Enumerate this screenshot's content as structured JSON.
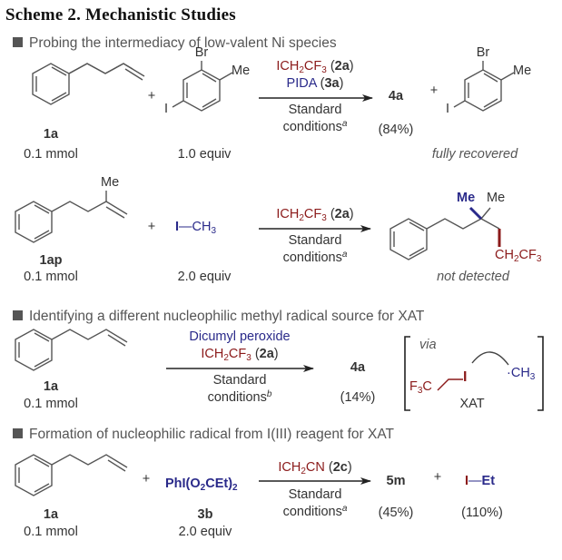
{
  "title": "Scheme 2. Mechanistic Studies",
  "sections": [
    {
      "heading": "Probing the intermediacy of low-valent Ni species"
    },
    {
      "heading": "Identifying a different nucleophilic methyl radical source for XAT"
    },
    {
      "heading": "Formation of nucleophilic radical from I(III) reagent for XAT"
    }
  ],
  "colors": {
    "reagent_red": "#8b1a1a",
    "reagent_blue": "#2a2a8a",
    "text": "#333333"
  },
  "rxn1": {
    "sm_label": "1a",
    "sm_amount": "0.1 mmol",
    "plus": "+",
    "aryl_br": "Br",
    "aryl_me": "Me",
    "aryl_i": "I",
    "aryl_amount": "1.0 equiv",
    "reagent1_a": "ICH",
    "reagent1_sub1": "2",
    "reagent1_b": "CF",
    "reagent1_sub2": "3",
    "reagent1_label": "2a",
    "reagent2": "PIDA",
    "reagent2_label": "3a",
    "cond1": "Standard",
    "cond2": "conditions",
    "cond_note": "a",
    "product": "4a",
    "yield": "(84%)",
    "recovered_note": "fully recovered"
  },
  "rxn2": {
    "sm_me": "Me",
    "sm_label": "1ap",
    "sm_amount": "0.1 mmol",
    "plus": "+",
    "mei_i": "I",
    "mei_bond": "—",
    "mei_ch": "CH",
    "mei_sub": "3",
    "mei_amount": "2.0 equiv",
    "reagent1_a": "ICH",
    "reagent1_sub1": "2",
    "reagent1_b": "CF",
    "reagent1_sub2": "3",
    "reagent1_label": "2a",
    "cond1": "Standard",
    "cond2": "conditions",
    "cond_note": "a",
    "prod_me_blue": "Me",
    "prod_me": "Me",
    "prod_ch": "CH",
    "prod_sub1": "2",
    "prod_cf": "CF",
    "prod_sub2": "3",
    "prod_note": "not detected"
  },
  "rxn3": {
    "sm_label": "1a",
    "sm_amount": "0.1 mmol",
    "reagent0": "Dicumyl peroxide",
    "reagent1_a": "ICH",
    "reagent1_sub1": "2",
    "reagent1_b": "CF",
    "reagent1_sub2": "3",
    "reagent1_label": "2a",
    "cond1": "Standard",
    "cond2": "conditions",
    "cond_note": "b",
    "product": "4a",
    "yield": "(14%)",
    "via": "via",
    "f3c_f": "F",
    "f3c_sub": "3",
    "f3c_c": "C",
    "iodine": "I",
    "radical_dot": "·",
    "radical_ch": "CH",
    "radical_sub": "3",
    "xat": "XAT"
  },
  "rxn4": {
    "sm_label": "1a",
    "sm_amount": "0.1 mmol",
    "plus": "+",
    "hv_a": "PhI(O",
    "hv_sub1": "2",
    "hv_b": "CEt)",
    "hv_sub2": "2",
    "hv_label": "3b",
    "hv_amount": "2.0 equiv",
    "reagent1_a": "ICH",
    "reagent1_sub1": "2",
    "reagent1_b": "CN",
    "reagent1_label": "2c",
    "cond1": "Standard",
    "cond2": "conditions",
    "cond_note": "a",
    "product": "5m",
    "yield": "(45%)",
    "plus2": "+",
    "byprod_i": "I",
    "byprod_bond": "—",
    "byprod_et": "Et",
    "byprod_yield": "(110%)"
  }
}
